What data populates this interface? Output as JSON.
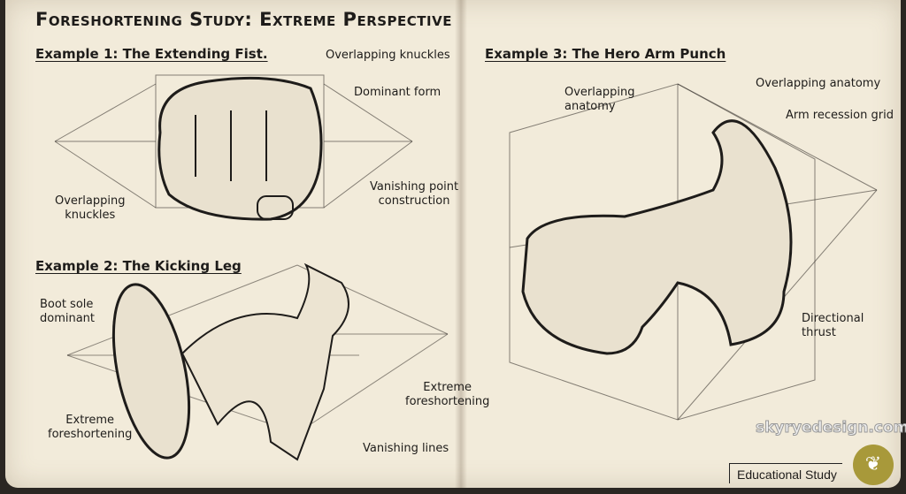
{
  "title": "Foreshortening Study: Extreme Perspective",
  "examples": [
    {
      "heading": "Example 1: The Extending Fist.",
      "labels": [
        "Overlapping knuckles",
        "Dominant form",
        "Overlapping\nknuckles",
        "Vanishing point\nconstruction"
      ]
    },
    {
      "heading": "Example 2: The Kicking Leg",
      "labels": [
        "Boot sole\ndominant",
        "Extreme\nforeshortening",
        "Extreme\nforeshortening",
        "Vanishing lines"
      ]
    },
    {
      "heading": "Example 3: The Hero Arm Punch",
      "labels": [
        "Overlapping\nanatomy",
        "Overlapping anatomy",
        "Arm recession grid",
        "Directional\nthrust"
      ]
    }
  ],
  "watermark": "skyryedesign.com",
  "footer_label": "Educational Study",
  "badge_icon": "wheat-icon",
  "colors": {
    "page": "#f2ebda",
    "badge": "#a8993a",
    "ink": "#1e1c1a"
  }
}
